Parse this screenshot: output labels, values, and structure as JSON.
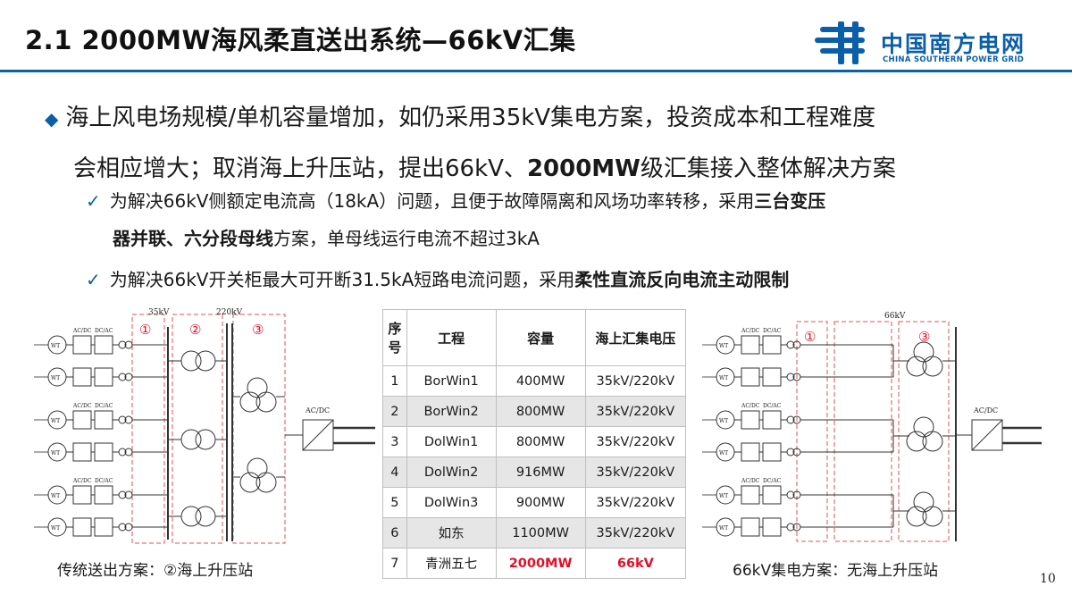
{
  "title": "2.1 2000MW海风柔直送出系统—66kV汇集",
  "logo": {
    "cn": "中国南方电网",
    "en": "CHINA SOUTHERN POWER GRID"
  },
  "bullet1": {
    "line1": "海上风电场规模/单机容量增加，如仍采用35kV集电方案，投资成本和工程难度",
    "line2_pre": "会相应增大；取消海上升压站，提出66kV、",
    "line2_bold": "2000MW",
    "line2_post": "级汇集接入整体解决方案"
  },
  "sub1": {
    "pre": "为解决66kV侧额定电流高（18kA）问题，且便于故障隔离和风场功率转移，采用",
    "bold1": "三台变压",
    "bold2": "器并联、六分段母线",
    "post": "方案，单母线运行电流不超过3kA"
  },
  "sub2": {
    "pre": "为解决66kV开关柜最大可开断31.5kA短路电流问题，采用",
    "bold": "柔性直流反向电流主动限制"
  },
  "table": {
    "headers": [
      "序号",
      "工程",
      "容量",
      "海上汇集电压"
    ],
    "rows": [
      [
        "1",
        "BorWin1",
        "400MW",
        "35kV/220kV"
      ],
      [
        "2",
        "BorWin2",
        "800MW",
        "35kV/220kV"
      ],
      [
        "3",
        "DolWin1",
        "800MW",
        "35kV/220kV"
      ],
      [
        "4",
        "DolWin2",
        "916MW",
        "35kV/220kV"
      ],
      [
        "5",
        "DolWin3",
        "900MW",
        "35kV/220kV"
      ],
      [
        "6",
        "如东",
        "1100MW",
        "35kV/220kV"
      ],
      [
        "7",
        "青洲五七",
        "2000MW",
        "66kV"
      ]
    ]
  },
  "left_diagram": {
    "caption": "传统送出方案：②海上升压站",
    "v1": "35kV",
    "v2": "220kV",
    "zones": [
      "①",
      "②",
      "③"
    ],
    "wt": "WT",
    "acdc": "AC/DC",
    "dcac": "DC/AC"
  },
  "right_diagram": {
    "caption": "66kV集电方案：无海上升压站",
    "v1": "66kV",
    "zones": [
      "①",
      "③"
    ],
    "wt": "WT",
    "acdc": "AC/DC",
    "dcac": "DC/AC"
  },
  "page_number": "10",
  "colors": {
    "accent": "#0b5fa8",
    "highlight": "#e0102a",
    "zone": "#e05050"
  }
}
